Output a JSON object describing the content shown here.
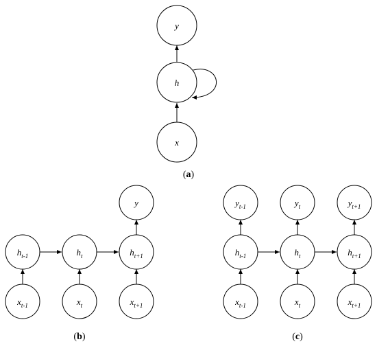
{
  "panel_a": {
    "caption_letter": "a",
    "nodes": {
      "y": {
        "base": "y",
        "sub": ""
      },
      "h": {
        "base": "h",
        "sub": ""
      },
      "x": {
        "base": "x",
        "sub": ""
      }
    }
  },
  "panel_b": {
    "caption_letter": "b",
    "nodes": {
      "y": {
        "base": "y",
        "sub": ""
      },
      "h_tm1": {
        "base": "h",
        "sub": "t-1"
      },
      "h_t": {
        "base": "h",
        "sub": "t"
      },
      "h_tp1": {
        "base": "h",
        "sub": "t+1"
      },
      "x_tm1": {
        "base": "x",
        "sub": "t-1"
      },
      "x_t": {
        "base": "x",
        "sub": "t"
      },
      "x_tp1": {
        "base": "x",
        "sub": "t+1"
      }
    }
  },
  "panel_c": {
    "caption_letter": "c",
    "nodes": {
      "y_tm1": {
        "base": "y",
        "sub": "t-1"
      },
      "y_t": {
        "base": "y",
        "sub": "t"
      },
      "y_tp1": {
        "base": "y",
        "sub": "t+1"
      },
      "h_tm1": {
        "base": "h",
        "sub": "t-1"
      },
      "h_t": {
        "base": "h",
        "sub": "t"
      },
      "h_tp1": {
        "base": "h",
        "sub": "t+1"
      },
      "x_tm1": {
        "base": "x",
        "sub": "t-1"
      },
      "x_t": {
        "base": "x",
        "sub": "t"
      },
      "x_tp1": {
        "base": "x",
        "sub": "t+1"
      }
    }
  }
}
